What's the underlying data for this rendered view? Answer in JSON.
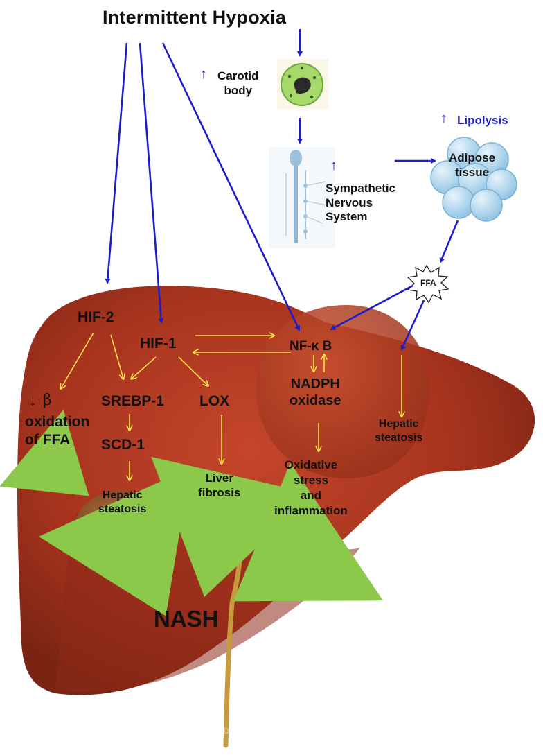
{
  "title": "Intermittent Hypoxia",
  "nodes": {
    "carotid": "Carotid\nbody",
    "lipolysis": "Lipolysis",
    "adipose": "Adipose\ntissue",
    "sns": "Sympathetic\nNervous\nSystem",
    "ffa_burst": "FFA",
    "hif2": "HIF-2",
    "hif1": "HIF-1",
    "nfkb": "NF-κ B",
    "nadph": "NADPH\noxidase",
    "beta_ox_arrow": "↓",
    "beta_ox_beta": "β",
    "beta_ox_rest": "oxidation\nof FFA",
    "srebp": "SREBP-1",
    "scd": "SCD-1",
    "lox": "LOX",
    "hepatic1": "Hepatic\nsteatosis",
    "fibrosis": "Liver\nfibrosis",
    "oxstress": "Oxidative\nstress\nand\ninflammation",
    "hepatic2": "Hepatic\nsteatosis",
    "nash": "NASH",
    "up_arrow": "↑"
  },
  "watermark": {
    "line1": "clark",
    "line2": "http://www.edsolutions.it/flash/gallery_med.htm"
  },
  "colors": {
    "liver": "#a8341e",
    "liver_dark": "#7a2414",
    "gallbladder": "#8a4a22",
    "blue_arrow": "#1c1ccc",
    "yellow_arrow": "#ffe14a",
    "green_arrow": "#8cc84a",
    "adipose": "#a9d2ea"
  }
}
